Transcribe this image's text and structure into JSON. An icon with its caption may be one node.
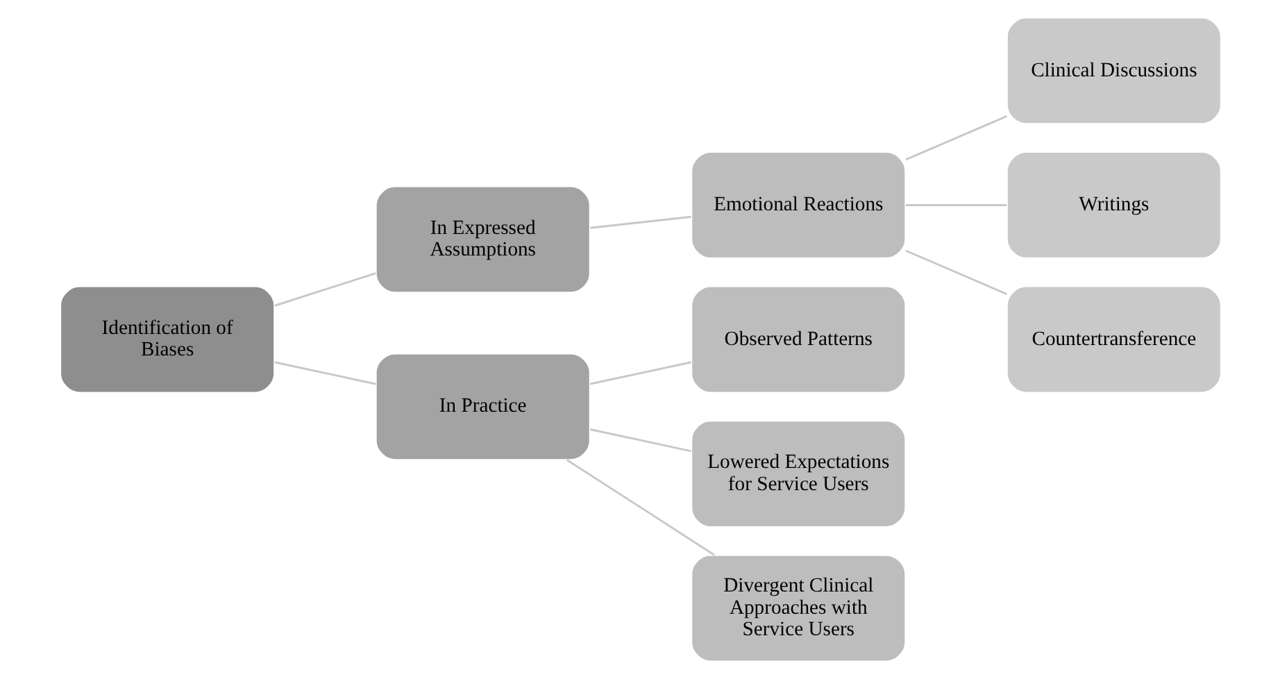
{
  "diagram": {
    "nodes": [
      {
        "text": [
          "Identification of Biases"
        ]
      },
      {
        "text": [
          "In Expressed Assumptions"
        ]
      },
      {
        "text": [
          "In Practice"
        ]
      },
      {
        "text": [
          "Emotional Reactions"
        ]
      },
      {
        "text": [
          "Observed Patterns"
        ]
      },
      {
        "text": [
          "Lowered Expectations for Service Users"
        ]
      },
      {
        "text": [
          "Divergent Clinical Approaches with Service Users"
        ]
      },
      {
        "text": [
          "Clinical Discussions"
        ]
      },
      {
        "text": [
          "Writings"
        ]
      },
      {
        "text": [
          "Countertransference"
        ]
      }
    ],
    "edges": [
      {
        "from": 0,
        "to": 1,
        "arrow": "none"
      },
      {
        "from": 0,
        "to": 2,
        "arrow": "none"
      },
      {
        "from": 1,
        "to": 3,
        "arrow": "none"
      },
      {
        "from": 2,
        "to": 4,
        "arrow": "none"
      },
      {
        "from": 2,
        "to": 5,
        "arrow": "none"
      },
      {
        "from": 2,
        "to": 6,
        "arrow": "none"
      },
      {
        "from": 3,
        "to": 7,
        "arrow": "none"
      },
      {
        "from": 3,
        "to": 8,
        "arrow": "none"
      },
      {
        "from": 3,
        "to": 9,
        "arrow": "none"
      }
    ]
  }
}
